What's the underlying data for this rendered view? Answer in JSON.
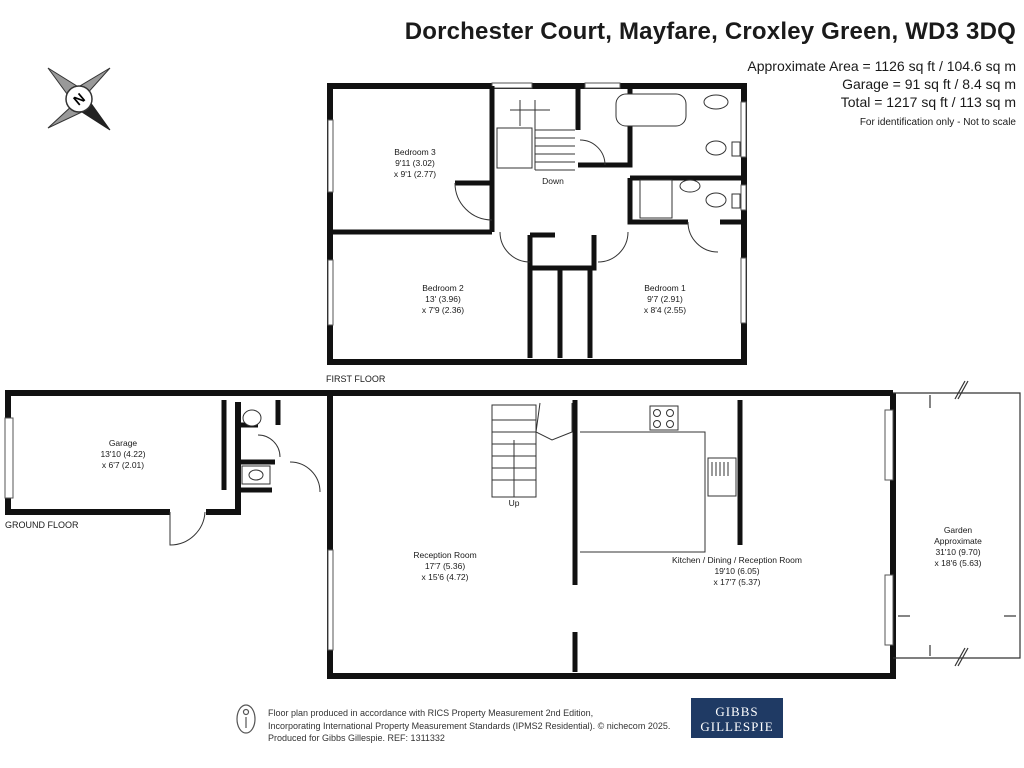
{
  "header": {
    "title": "Dorchester Court, Mayfare, Croxley Green, WD3 3DQ",
    "area_lines": [
      "Approximate Area = 1126 sq ft / 104.6 sq m",
      "Garage = 91 sq ft / 8.4 sq m",
      "Total = 1217 sq ft / 113 sq m"
    ],
    "note": "For identification only - Not to scale"
  },
  "compass": {
    "letter": "N"
  },
  "first_floor": {
    "label": "FIRST FLOOR",
    "stairs_label": "Down",
    "rooms": [
      {
        "name": "Bedroom 3",
        "dim1": "9'11 (3.02)",
        "dim2": "x 9'1 (2.77)"
      },
      {
        "name": "Bedroom 2",
        "dim1": "13' (3.96)",
        "dim2": "x 7'9 (2.36)"
      },
      {
        "name": "Bedroom 1",
        "dim1": "9'7 (2.91)",
        "dim2": "x 8'4 (2.55)"
      }
    ]
  },
  "ground_floor": {
    "label": "GROUND FLOOR",
    "stairs_label": "Up",
    "rooms": [
      {
        "name": "Garage",
        "dim1": "13'10 (4.22)",
        "dim2": "x 6'7 (2.01)"
      },
      {
        "name": "Reception Room",
        "dim1": "17'7 (5.36)",
        "dim2": "x 15'6 (4.72)"
      },
      {
        "name": "Kitchen / Dining / Reception Room",
        "dim1": "19'10 (6.05)",
        "dim2": "x 17'7 (5.37)"
      }
    ],
    "garden": {
      "name": "Garden",
      "line2": "Approximate",
      "dim1": "31'10 (9.70)",
      "dim2": "x 18'6 (5.63)"
    }
  },
  "footer": {
    "lines": [
      "Floor plan produced in accordance with RICS Property Measurement 2nd Edition,",
      "Incorporating International Property Measurement Standards (IPMS2 Residential).   © nichecom 2025.",
      "Produced for Gibbs Gillespie.   REF:  1311332"
    ]
  },
  "logo": {
    "line1": "GIBBS",
    "line2": "GILLESPIE",
    "color": "#1f3a64"
  },
  "colors": {
    "wall": "#111111",
    "line": "#333333"
  }
}
